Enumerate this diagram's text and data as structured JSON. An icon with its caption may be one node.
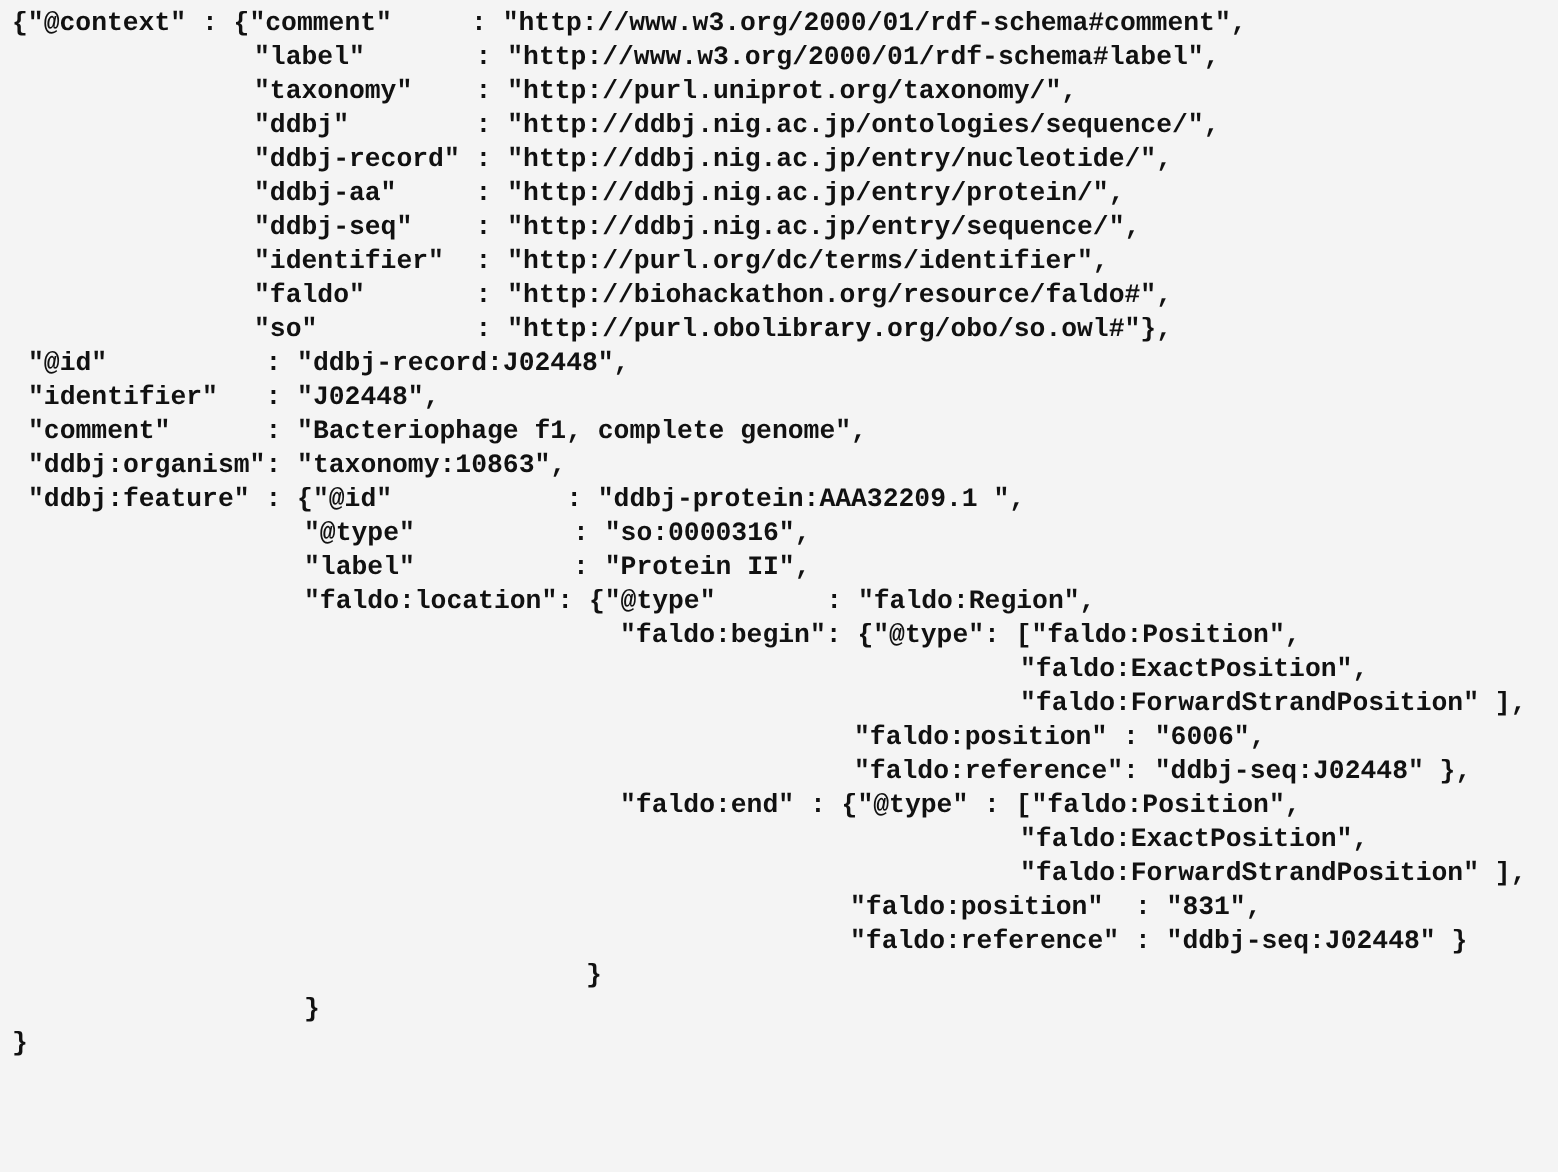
{
  "diagram": {
    "labels": [
      "{\"@context\" : {\"comment\"     : \"http://www.w3.org/2000/01/rdf-schema#comment\",",
      "\"label\"       : \"http://www.w3.org/2000/01/rdf-schema#label\",",
      "\"taxonomy\"    : \"http://purl.uniprot.org/taxonomy/\",",
      "\"ddbj\"        : \"http://ddbj.nig.ac.jp/ontologies/sequence/\",",
      "\"ddbj-record\" : \"http://ddbj.nig.ac.jp/entry/nucleotide/\",",
      "\"ddbj-aa\"     : \"http://ddbj.nig.ac.jp/entry/protein/\",",
      "\"ddbj-seq\"    : \"http://ddbj.nig.ac.jp/entry/sequence/\",",
      "\"identifier\"  : \"http://purl.org/dc/terms/identifier\",",
      "\"faldo\"       : \"http://biohackathon.org/resource/faldo#\",",
      "\"so\"          : \"http://purl.obolibrary.org/obo/so.owl#\"},",
      "\"@id\"          : \"ddbj-record:J02448\",",
      "\"identifier\"   : \"J02448\",",
      "\"comment\"      : \"Bacteriophage f1, complete genome\",",
      "\"ddbj:organism\": \"taxonomy:10863\",",
      "\"ddbj:feature\" : {\"@id\"           : \"ddbj-protein:AAA32209.1 \",",
      "\"@type\"          : \"so:0000316\",",
      "\"label\"          : \"Protein II\",",
      "\"faldo:location\": {\"@type\"       : \"faldo:Region\",",
      "\"faldo:begin\": {\"@type\": [\"faldo:Position\",",
      "\"faldo:ExactPosition\",",
      "\"faldo:ForwardStrandPosition\" ],",
      "\"faldo:position\" : \"6006\",",
      "\"faldo:reference\": \"ddbj-seq:J02448\" },",
      "\"faldo:end\" : {\"@type\" : [\"faldo:Position\",",
      "\"faldo:ExactPosition\",",
      "\"faldo:ForwardStrandPosition\" ],",
      "\"faldo:position\"  : \"831\",",
      "\"faldo:reference\" : \"ddbj-seq:J02448\" }",
      "}",
      "}",
      "}"
    ]
  }
}
